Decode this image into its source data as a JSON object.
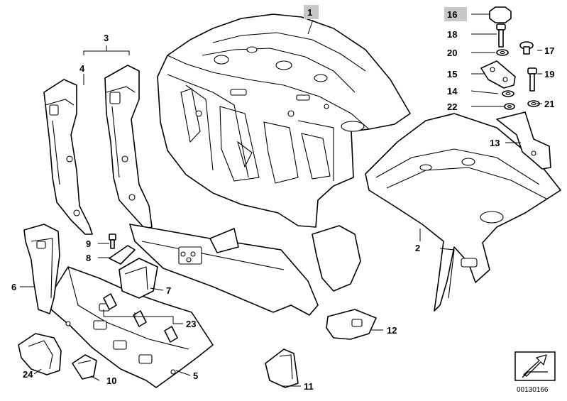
{
  "title": "Rear panel / package tray parts diagram",
  "colors": {
    "line": "#000000",
    "paper": "#ffffff",
    "highlight": "#c8c8c8"
  },
  "callouts": [
    {
      "id": "c1",
      "label": "1",
      "highlighted": true
    },
    {
      "id": "c2",
      "label": "2",
      "highlighted": false
    },
    {
      "id": "c3",
      "label": "3",
      "highlighted": false
    },
    {
      "id": "c4",
      "label": "4",
      "highlighted": false
    },
    {
      "id": "c5",
      "label": "5",
      "highlighted": false
    },
    {
      "id": "c6",
      "label": "6",
      "highlighted": false
    },
    {
      "id": "c7",
      "label": "7",
      "highlighted": false
    },
    {
      "id": "c8",
      "label": "8",
      "highlighted": false
    },
    {
      "id": "c9",
      "label": "9",
      "highlighted": false
    },
    {
      "id": "c10",
      "label": "10",
      "highlighted": false
    },
    {
      "id": "c11",
      "label": "11",
      "highlighted": false
    },
    {
      "id": "c12",
      "label": "12",
      "highlighted": false
    },
    {
      "id": "c13",
      "label": "13",
      "highlighted": false
    },
    {
      "id": "c14",
      "label": "14",
      "highlighted": false
    },
    {
      "id": "c15",
      "label": "15",
      "highlighted": false
    },
    {
      "id": "c16",
      "label": "16",
      "highlighted": true
    },
    {
      "id": "c17",
      "label": "17",
      "highlighted": false
    },
    {
      "id": "c18",
      "label": "18",
      "highlighted": false
    },
    {
      "id": "c19",
      "label": "19",
      "highlighted": false
    },
    {
      "id": "c20",
      "label": "20",
      "highlighted": false
    },
    {
      "id": "c21",
      "label": "21",
      "highlighted": false
    },
    {
      "id": "c22",
      "label": "22",
      "highlighted": false
    },
    {
      "id": "c23",
      "label": "23",
      "highlighted": false
    },
    {
      "id": "c24",
      "label": "24",
      "highlighted": false
    }
  ],
  "reference_number": "00130166",
  "icons": {
    "corner": "return-arrow-icon"
  }
}
